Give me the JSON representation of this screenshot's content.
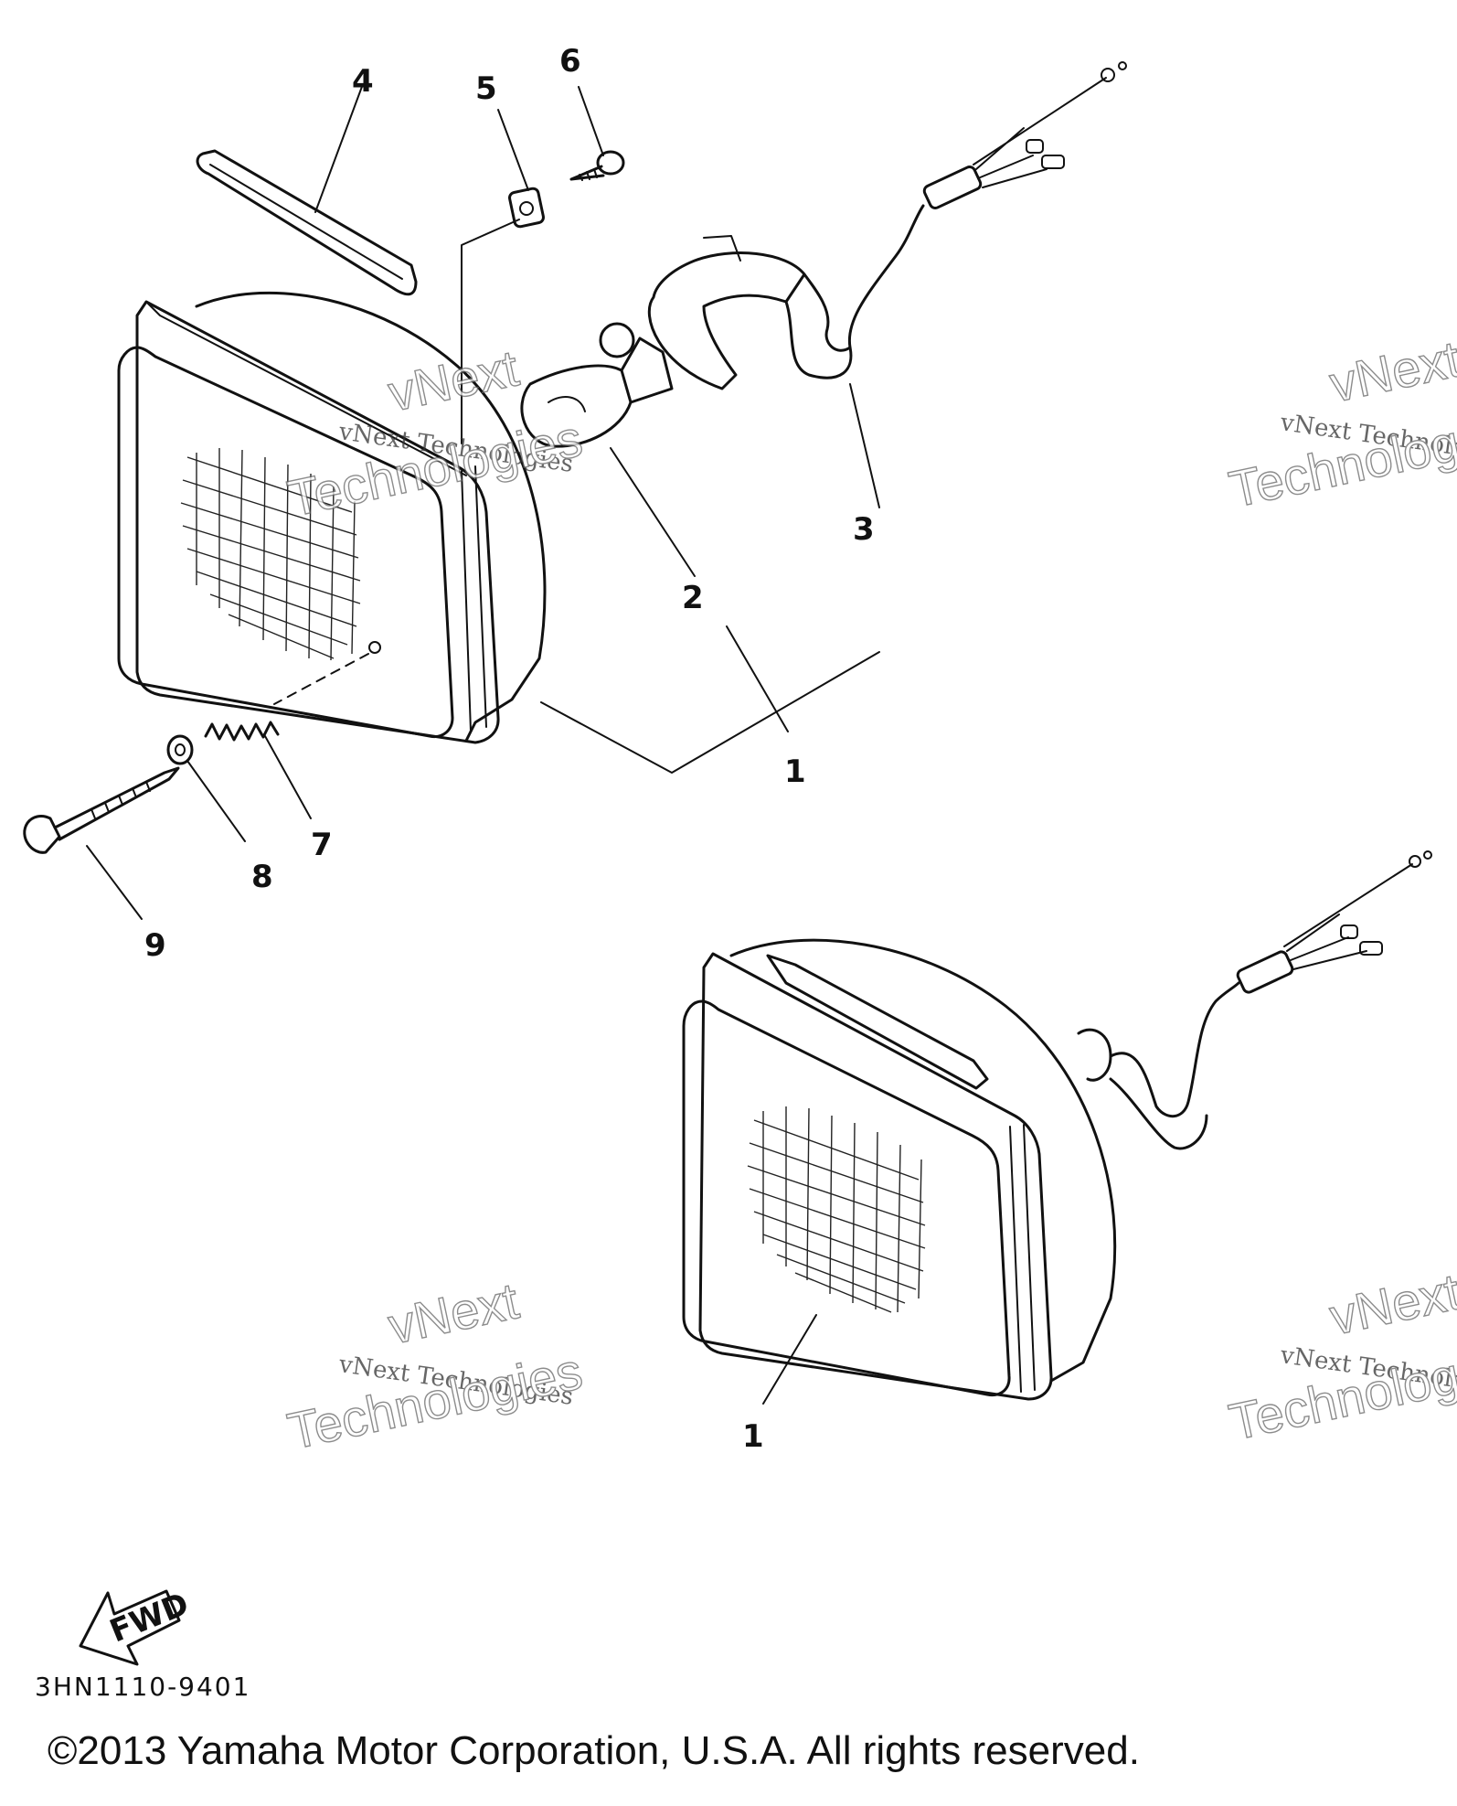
{
  "callouts": [
    "1",
    "2",
    "3",
    "4",
    "5",
    "6",
    "7",
    "8",
    "9"
  ],
  "fwd_label": "FWD",
  "part_code": "3HN1110-9401",
  "watermark": {
    "line1": "vNext Technologies",
    "line2": "vNext",
    "line3": "Technologies"
  },
  "copyright": "©2013 Yamaha Motor Corporation, U.S.A. All rights reserved."
}
